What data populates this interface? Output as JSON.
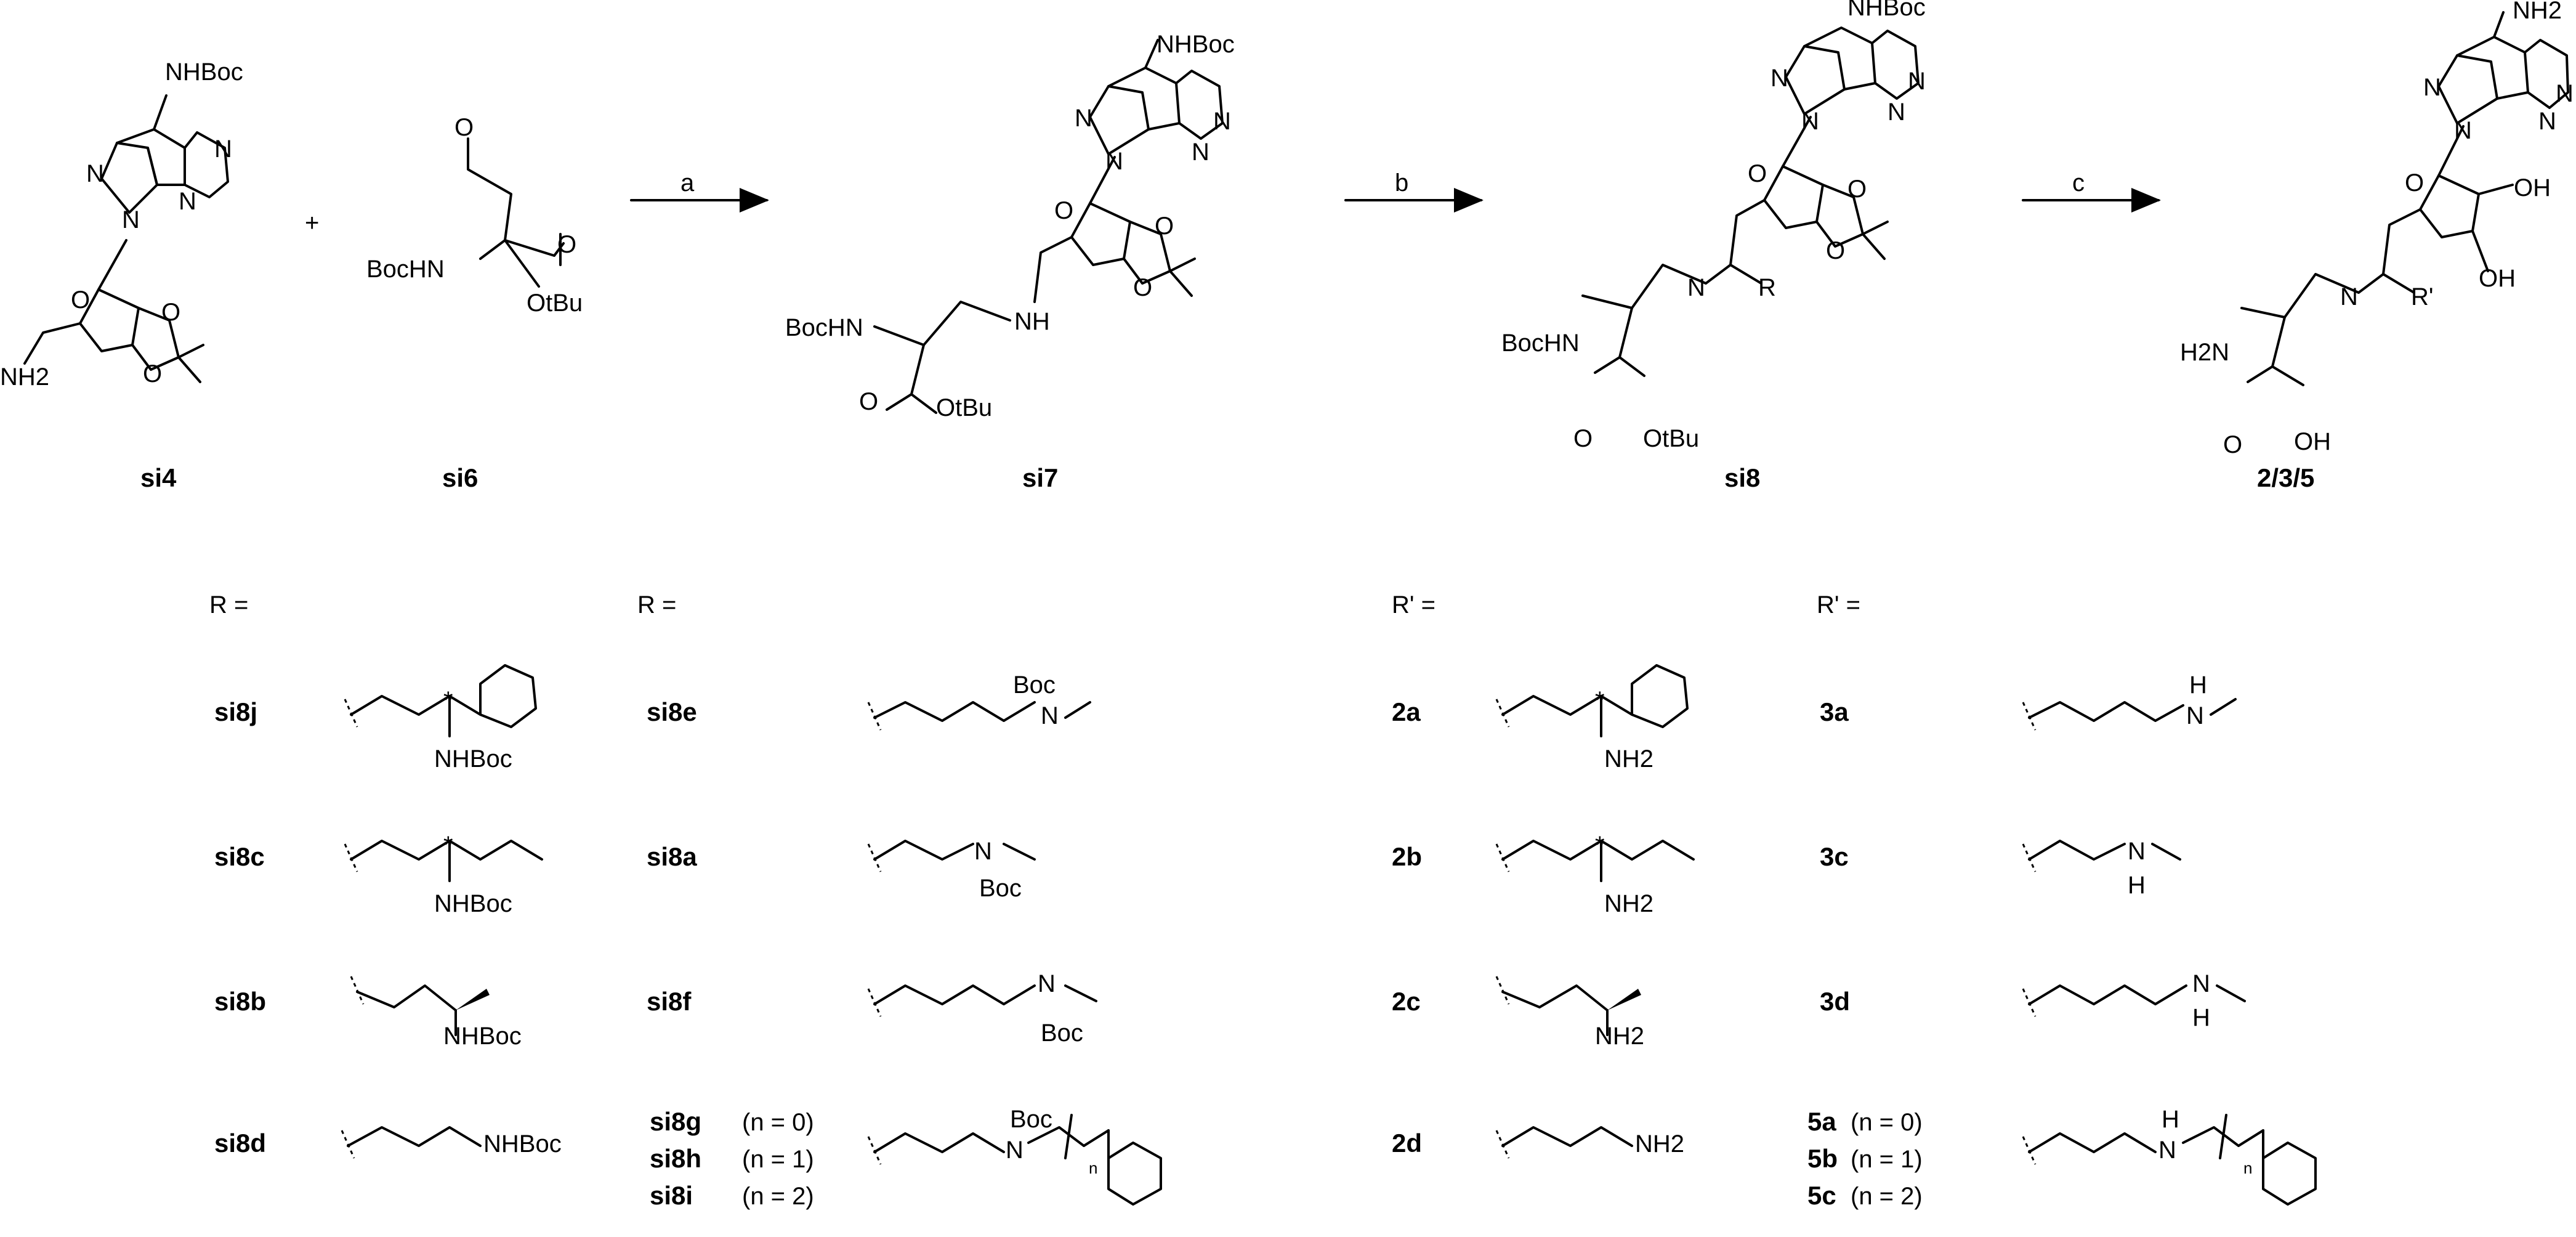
{
  "scheme": {
    "compounds": {
      "si4": "si4",
      "si6": "si6",
      "si7": "si7",
      "si8": "si8",
      "final": "2/3/5"
    },
    "plus_sign": "+",
    "steps": {
      "a": "a",
      "b": "b",
      "c": "c"
    },
    "atoms": {
      "nhboc": "NHBoc",
      "nh2": "NH2",
      "bochn": "BocHN",
      "h2n": "H2N",
      "otbu": "OtBu",
      "oh": "OH",
      "o": "O",
      "n": "N",
      "nh": "NH",
      "h": "H",
      "r": "R",
      "rprime": "R'",
      "boc": "Boc",
      "star": "*",
      "sub_n": "n"
    }
  },
  "legend": {
    "r_header": "R =",
    "rprime_header": "R' =",
    "left_r": [
      "si8j",
      "si8c",
      "si8b",
      "si8d"
    ],
    "middle_r": [
      "si8e",
      "si8a",
      "si8f"
    ],
    "middle_r_group": [
      "si8g",
      "si8h",
      "si8i"
    ],
    "middle_r_group_n": [
      "(n = 0)",
      "(n = 1)",
      "(n = 2)"
    ],
    "left_rprime": [
      "2a",
      "2b",
      "2c",
      "2d"
    ],
    "right_rprime": [
      "3a",
      "3c",
      "3d"
    ],
    "right_rprime_group": [
      "5a",
      "5b",
      "5c"
    ],
    "right_rprime_group_n": [
      "(n = 0)",
      "(n = 1)",
      "(n = 2)"
    ]
  }
}
